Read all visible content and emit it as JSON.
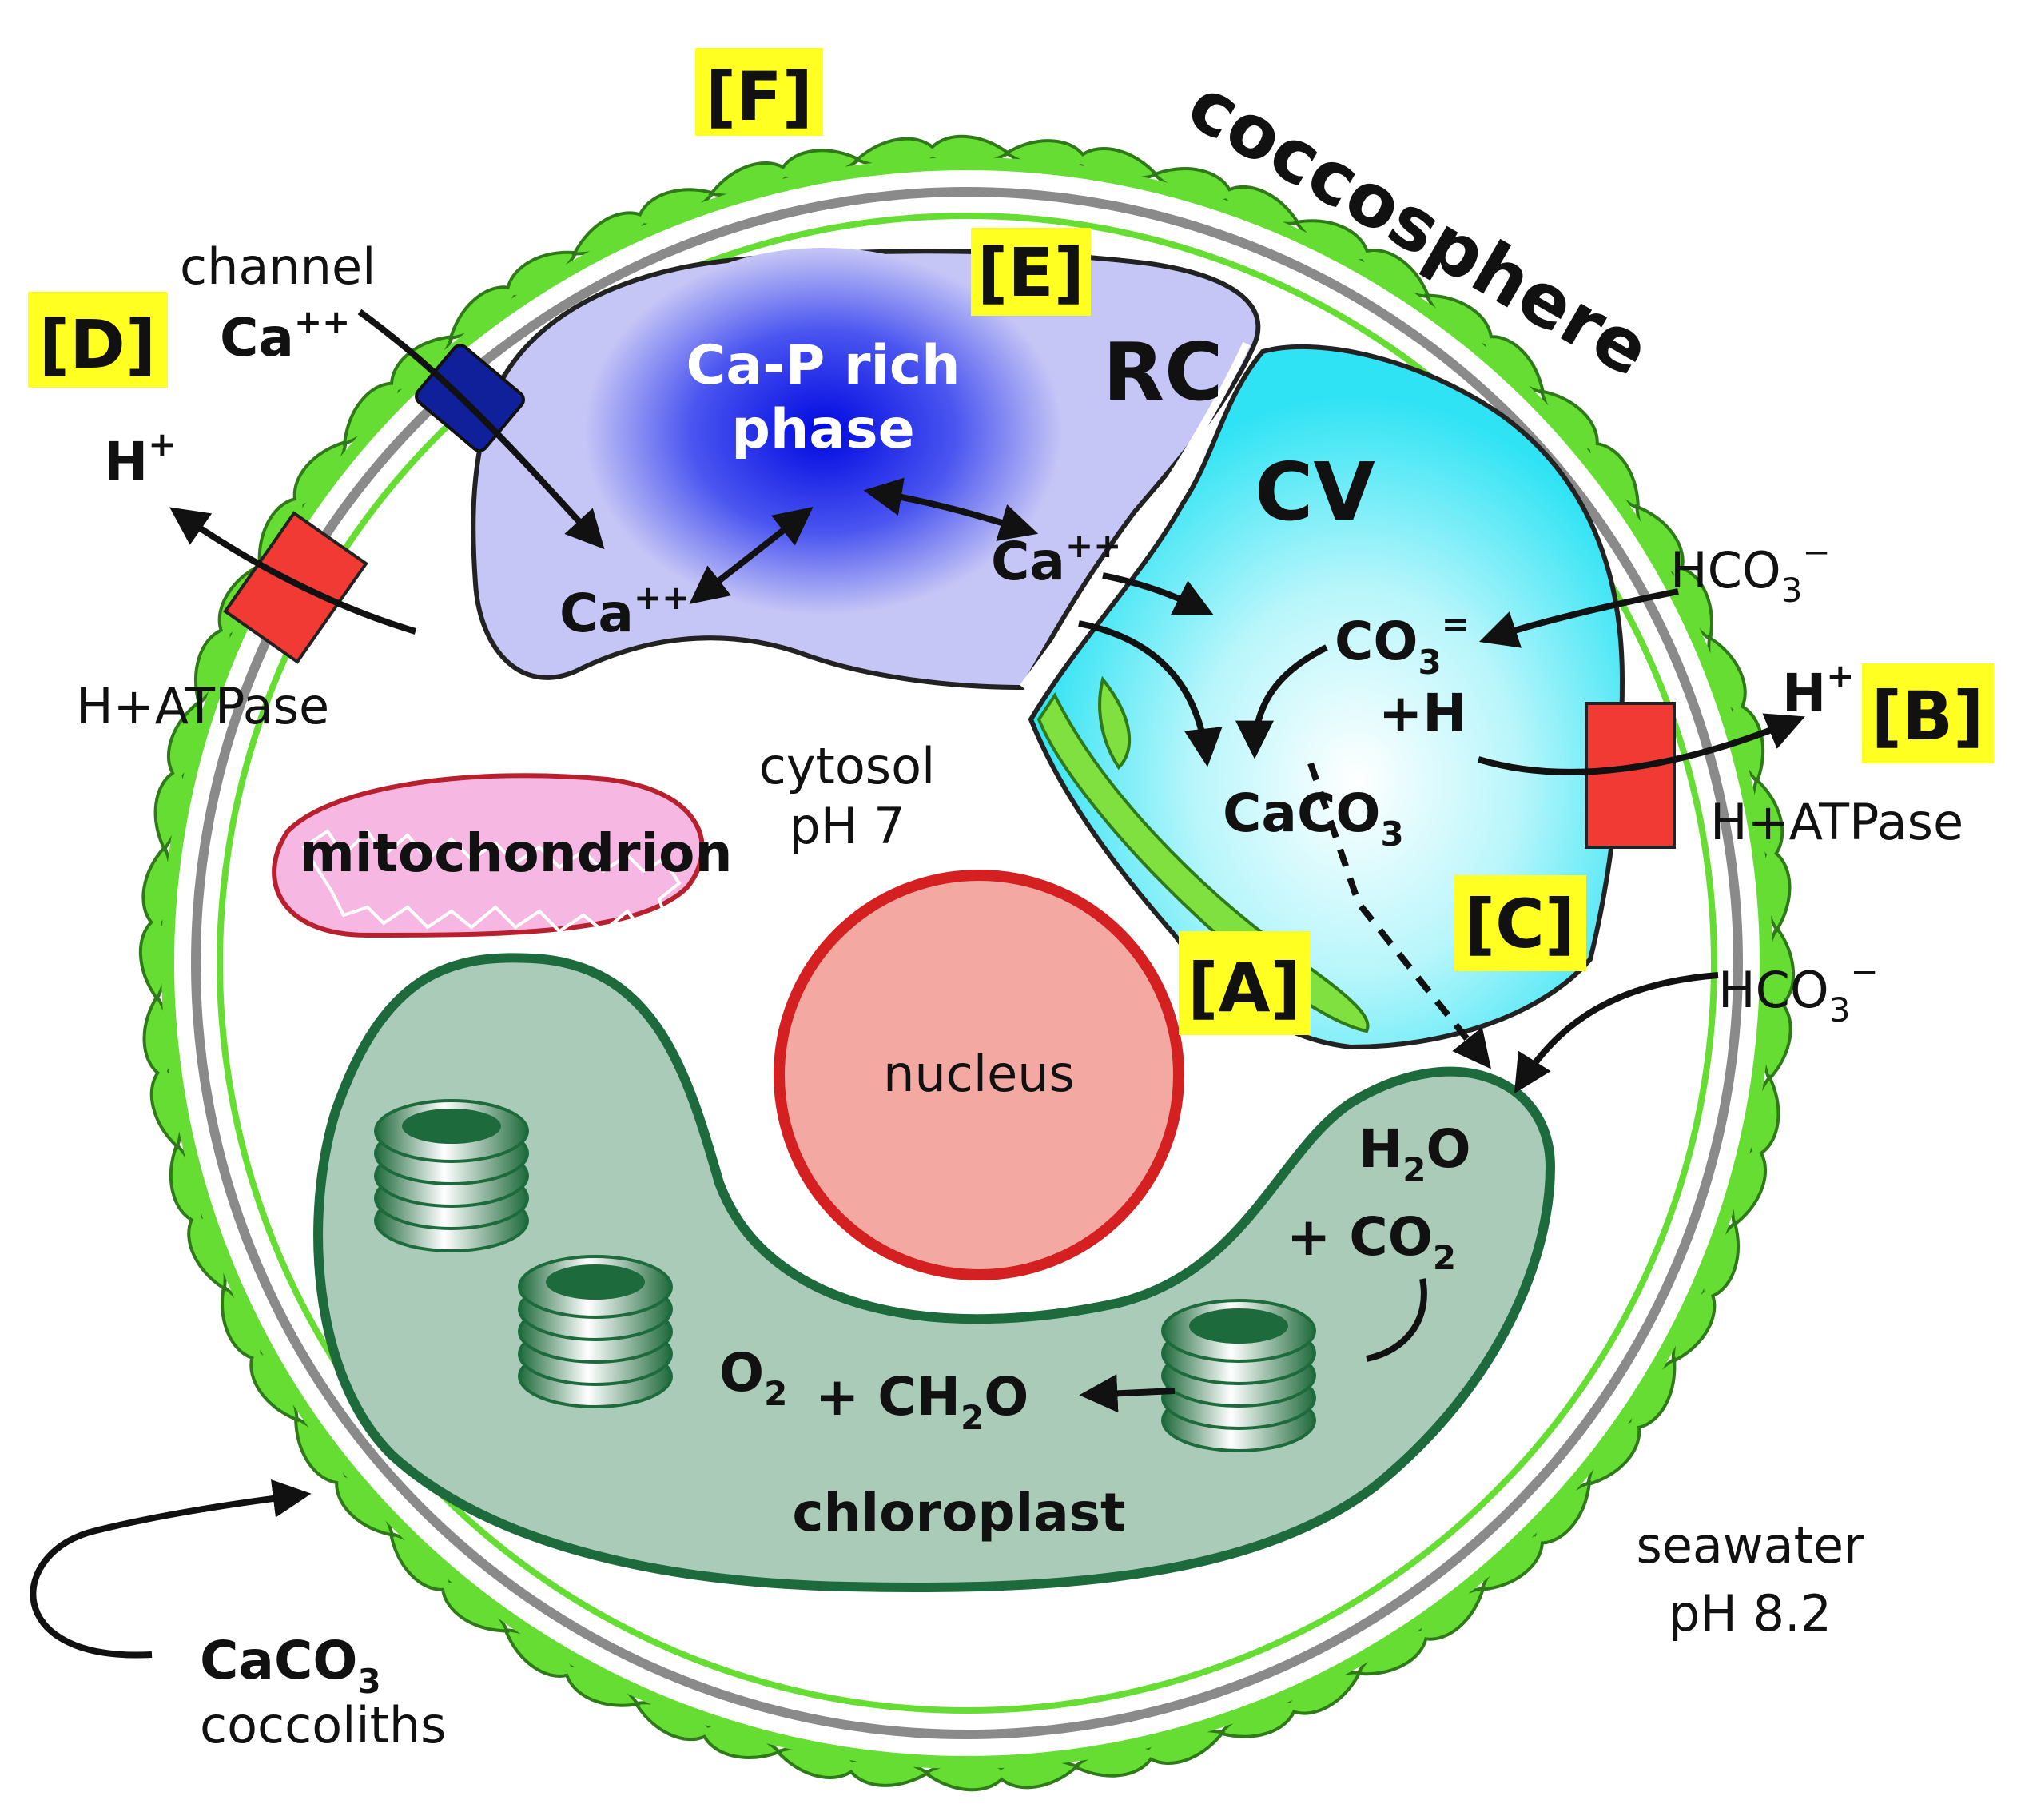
{
  "title": "coccosphere",
  "tags": {
    "A": "[A]",
    "B": "[B]",
    "C": "[C]",
    "D": "[D]",
    "E": "[E]",
    "F": "[F]"
  },
  "compartments": {
    "rc": "RC",
    "cv": "CV",
    "ca_p_line1": "Ca-P rich",
    "ca_p_line2": "phase",
    "mitochondrion": "mitochondrion",
    "nucleus": "nucleus",
    "chloroplast": "chloroplast",
    "cytosol_line1": "cytosol",
    "cytosol_line2": "pH 7",
    "seawater_line1": "seawater",
    "seawater_line2": "pH 8.2",
    "coccoliths_line1": "CaCO3",
    "coccoliths_line2": "coccoliths"
  },
  "transport": {
    "channel": "channel",
    "atpase": "H+ATPase"
  },
  "chemistry": {
    "ca": "Ca",
    "ca_charge": "++",
    "h": "H",
    "h_charge": "+",
    "hco3": "HCO",
    "hco3_sub": "3",
    "hco3_charge": "−",
    "co3": "CO",
    "co3_sub": "3",
    "co3_charge": "=",
    "plus_h": "+H",
    "caco3": "CaCO",
    "caco3_sub": "3",
    "h2o_a": "H",
    "h2o_sub": "2",
    "h2o_b": "O",
    "plus_co2": "+ CO",
    "co2_sub": "2",
    "o2": "O",
    "o2_sub": "2",
    "plus_ch2o": "+ CH",
    "ch2o_sub": "2",
    "ch2o_b": "O"
  },
  "colors": {
    "coccolith_green": "#66dd33",
    "membrane_grey": "#8a8a8a",
    "rc_purple": "#c6c6f6",
    "cv_cyan": "#33e5f5",
    "atpase_red": "#f03a33",
    "channel_blue": "#10209a",
    "tag_yellow": "#ffff22",
    "chloroplast_fill": "#a9cbb8",
    "chloroplast_stroke": "#1d6a3c",
    "nucleus_fill": "#f3a9a2",
    "nucleus_stroke": "#d42020",
    "mito_fill": "#f6b8e2",
    "mito_stroke": "#b8202e"
  }
}
